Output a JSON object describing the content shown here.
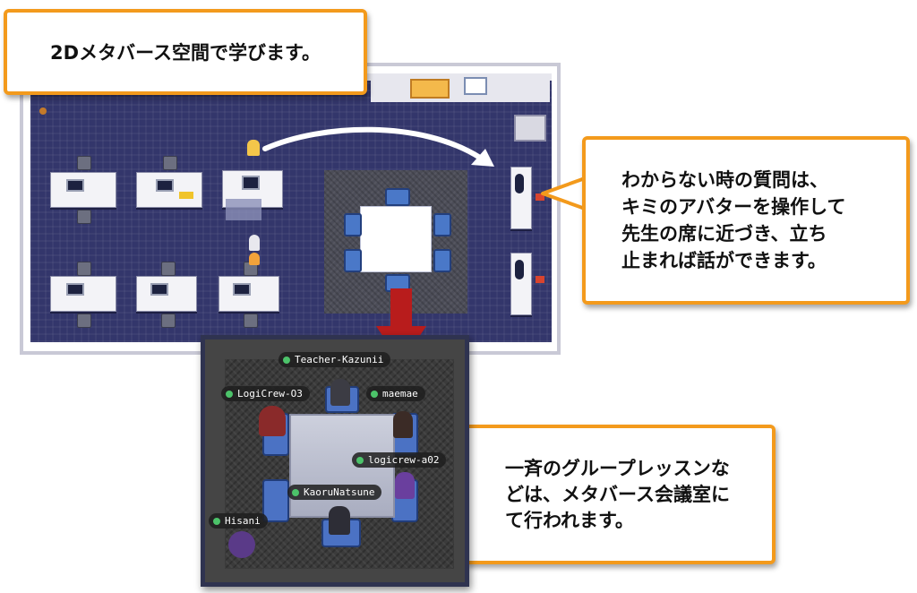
{
  "callouts": {
    "title": "2Dメタバース空間で学びます。",
    "right_lines": [
      "わからない時の質問は、",
      "キミのアバターを操作して",
      "先生の席に近づき、立ち",
      "止まれば話ができます。"
    ],
    "bottom_lines": [
      "一斉のグループレッスンな",
      "どは、メタバース会議室に",
      "て行われます。"
    ]
  },
  "meeting_room": {
    "participants": [
      {
        "name": "Teacher-Kazunii"
      },
      {
        "name": "LogiCrew-O3"
      },
      {
        "name": "maemae"
      },
      {
        "name": "logicrew-a02"
      },
      {
        "name": "KaoruNatsune"
      },
      {
        "name": "Hisani"
      }
    ],
    "status_color": "#4cc36a"
  },
  "colors": {
    "accent_border": "#f39a1c",
    "map_floor": "#33366b",
    "arrow_red": "#b81c1c"
  }
}
